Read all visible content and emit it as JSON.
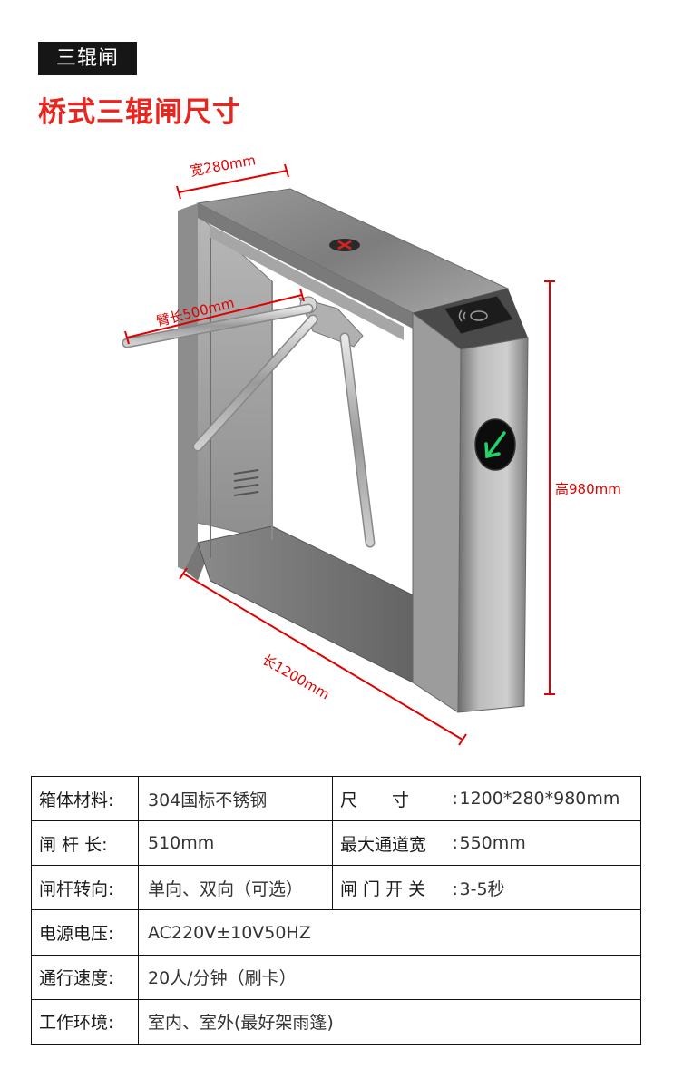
{
  "header": {
    "badge": "三辊闸",
    "title": "桥式三辊闸尺寸"
  },
  "dimensions": {
    "width": "宽280mm",
    "arm": "臂长500mm",
    "height": "高980mm",
    "length": "长1200mm"
  },
  "specs": {
    "rows": [
      {
        "label": "箱体材料:",
        "value": "304国标不锈钢",
        "label2": "尺　　寸",
        "colon2": ":",
        "value2": "1200*280*980mm"
      },
      {
        "label": "闸 杆 长:",
        "value": "510mm",
        "label2": "最大通道宽",
        "colon2": ":",
        "value2": "550mm"
      },
      {
        "label": "闸杆转向:",
        "value": "单向、双向（可选）",
        "label2": "闸 门 开 关",
        "colon2": ":",
        "value2": "3-5秒"
      },
      {
        "label": "电源电压:",
        "value": "AC220V±10V50HZ"
      },
      {
        "label": "通行速度:",
        "value": "20人/分钟（刷卡）"
      },
      {
        "label": "工作环境:",
        "value": "室内、室外(最好架雨篷)"
      }
    ]
  },
  "colors": {
    "accent": "#e8261f",
    "dimension": "#e00000",
    "indicator_green": "#22d36b",
    "badge_bg": "#161616"
  }
}
